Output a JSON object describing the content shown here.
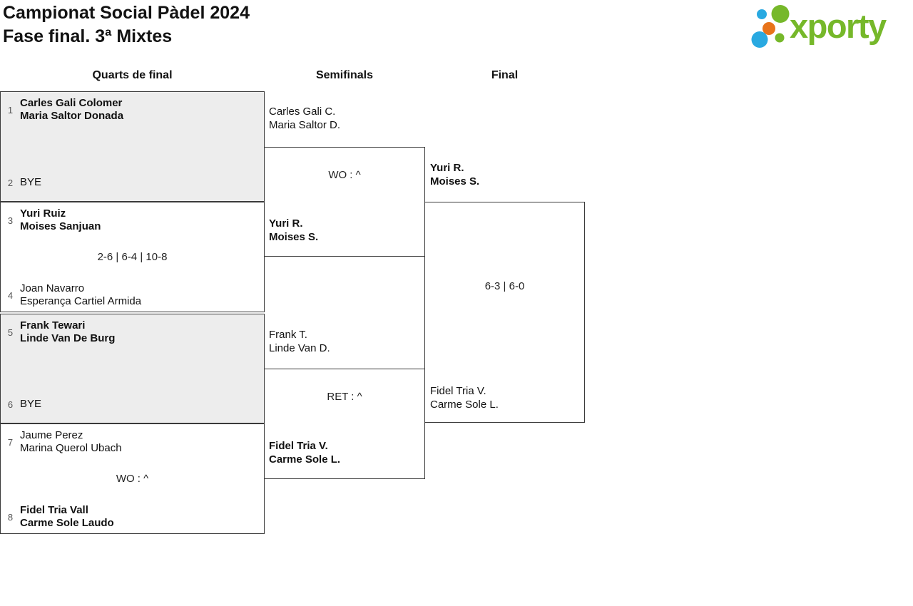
{
  "header": {
    "title_line1": "Campionat Social Pàdel 2024",
    "title_line2": "Fase final. 3ª Mixtes",
    "logo_text": "xporty"
  },
  "columns": [
    "Quarts de final",
    "Semifinals",
    "Final"
  ],
  "colors": {
    "brand_green": "#76b82a",
    "brand_blue": "#29a9e1",
    "brand_orange": "#e8731a",
    "match_shaded_bg": "#ededed",
    "match_border": "#3a3a3a"
  },
  "bracket": {
    "quarterfinals": [
      {
        "seed_top": "1",
        "team_top": [
          "Carles Gali Colomer",
          "Maria Saltor Donada"
        ],
        "top_bold": true,
        "score": "",
        "seed_bottom": "2",
        "team_bottom": [
          "BYE"
        ],
        "bottom_bold": false,
        "shaded": true
      },
      {
        "seed_top": "3",
        "team_top": [
          "Yuri Ruiz",
          "Moises Sanjuan"
        ],
        "top_bold": true,
        "score": "2-6 | 6-4 | 10-8",
        "seed_bottom": "4",
        "team_bottom": [
          "Joan Navarro",
          "Esperança Cartiel Armida"
        ],
        "bottom_bold": false,
        "shaded": false
      },
      {
        "seed_top": "5",
        "team_top": [
          "Frank Tewari",
          "Linde Van De Burg"
        ],
        "top_bold": true,
        "score": "",
        "seed_bottom": "6",
        "team_bottom": [
          "BYE"
        ],
        "bottom_bold": false,
        "shaded": true
      },
      {
        "seed_top": "7",
        "team_top": [
          "Jaume Perez",
          "Marina Querol Ubach"
        ],
        "top_bold": false,
        "score": "WO : ^",
        "seed_bottom": "8",
        "team_bottom": [
          "Fidel Tria Vall",
          "Carme Sole Laudo"
        ],
        "bottom_bold": true,
        "shaded": false
      }
    ],
    "semifinals": [
      {
        "team_top": [
          "Carles Gali C.",
          "Maria Saltor D."
        ],
        "top_bold": false,
        "score": "WO : ^",
        "team_bottom": [
          "Yuri R.",
          "Moises S."
        ],
        "bottom_bold": true
      },
      {
        "team_top": [
          "Frank T.",
          "Linde Van D."
        ],
        "top_bold": false,
        "score": "RET : ^",
        "team_bottom": [
          "Fidel Tria V.",
          "Carme Sole L."
        ],
        "bottom_bold": true
      }
    ],
    "final": {
      "team_top": [
        "Yuri R.",
        "Moises S."
      ],
      "top_bold": true,
      "score": "6-3 | 6-0",
      "team_bottom": [
        "Fidel Tria V.",
        "Carme Sole L."
      ],
      "bottom_bold": false
    }
  }
}
